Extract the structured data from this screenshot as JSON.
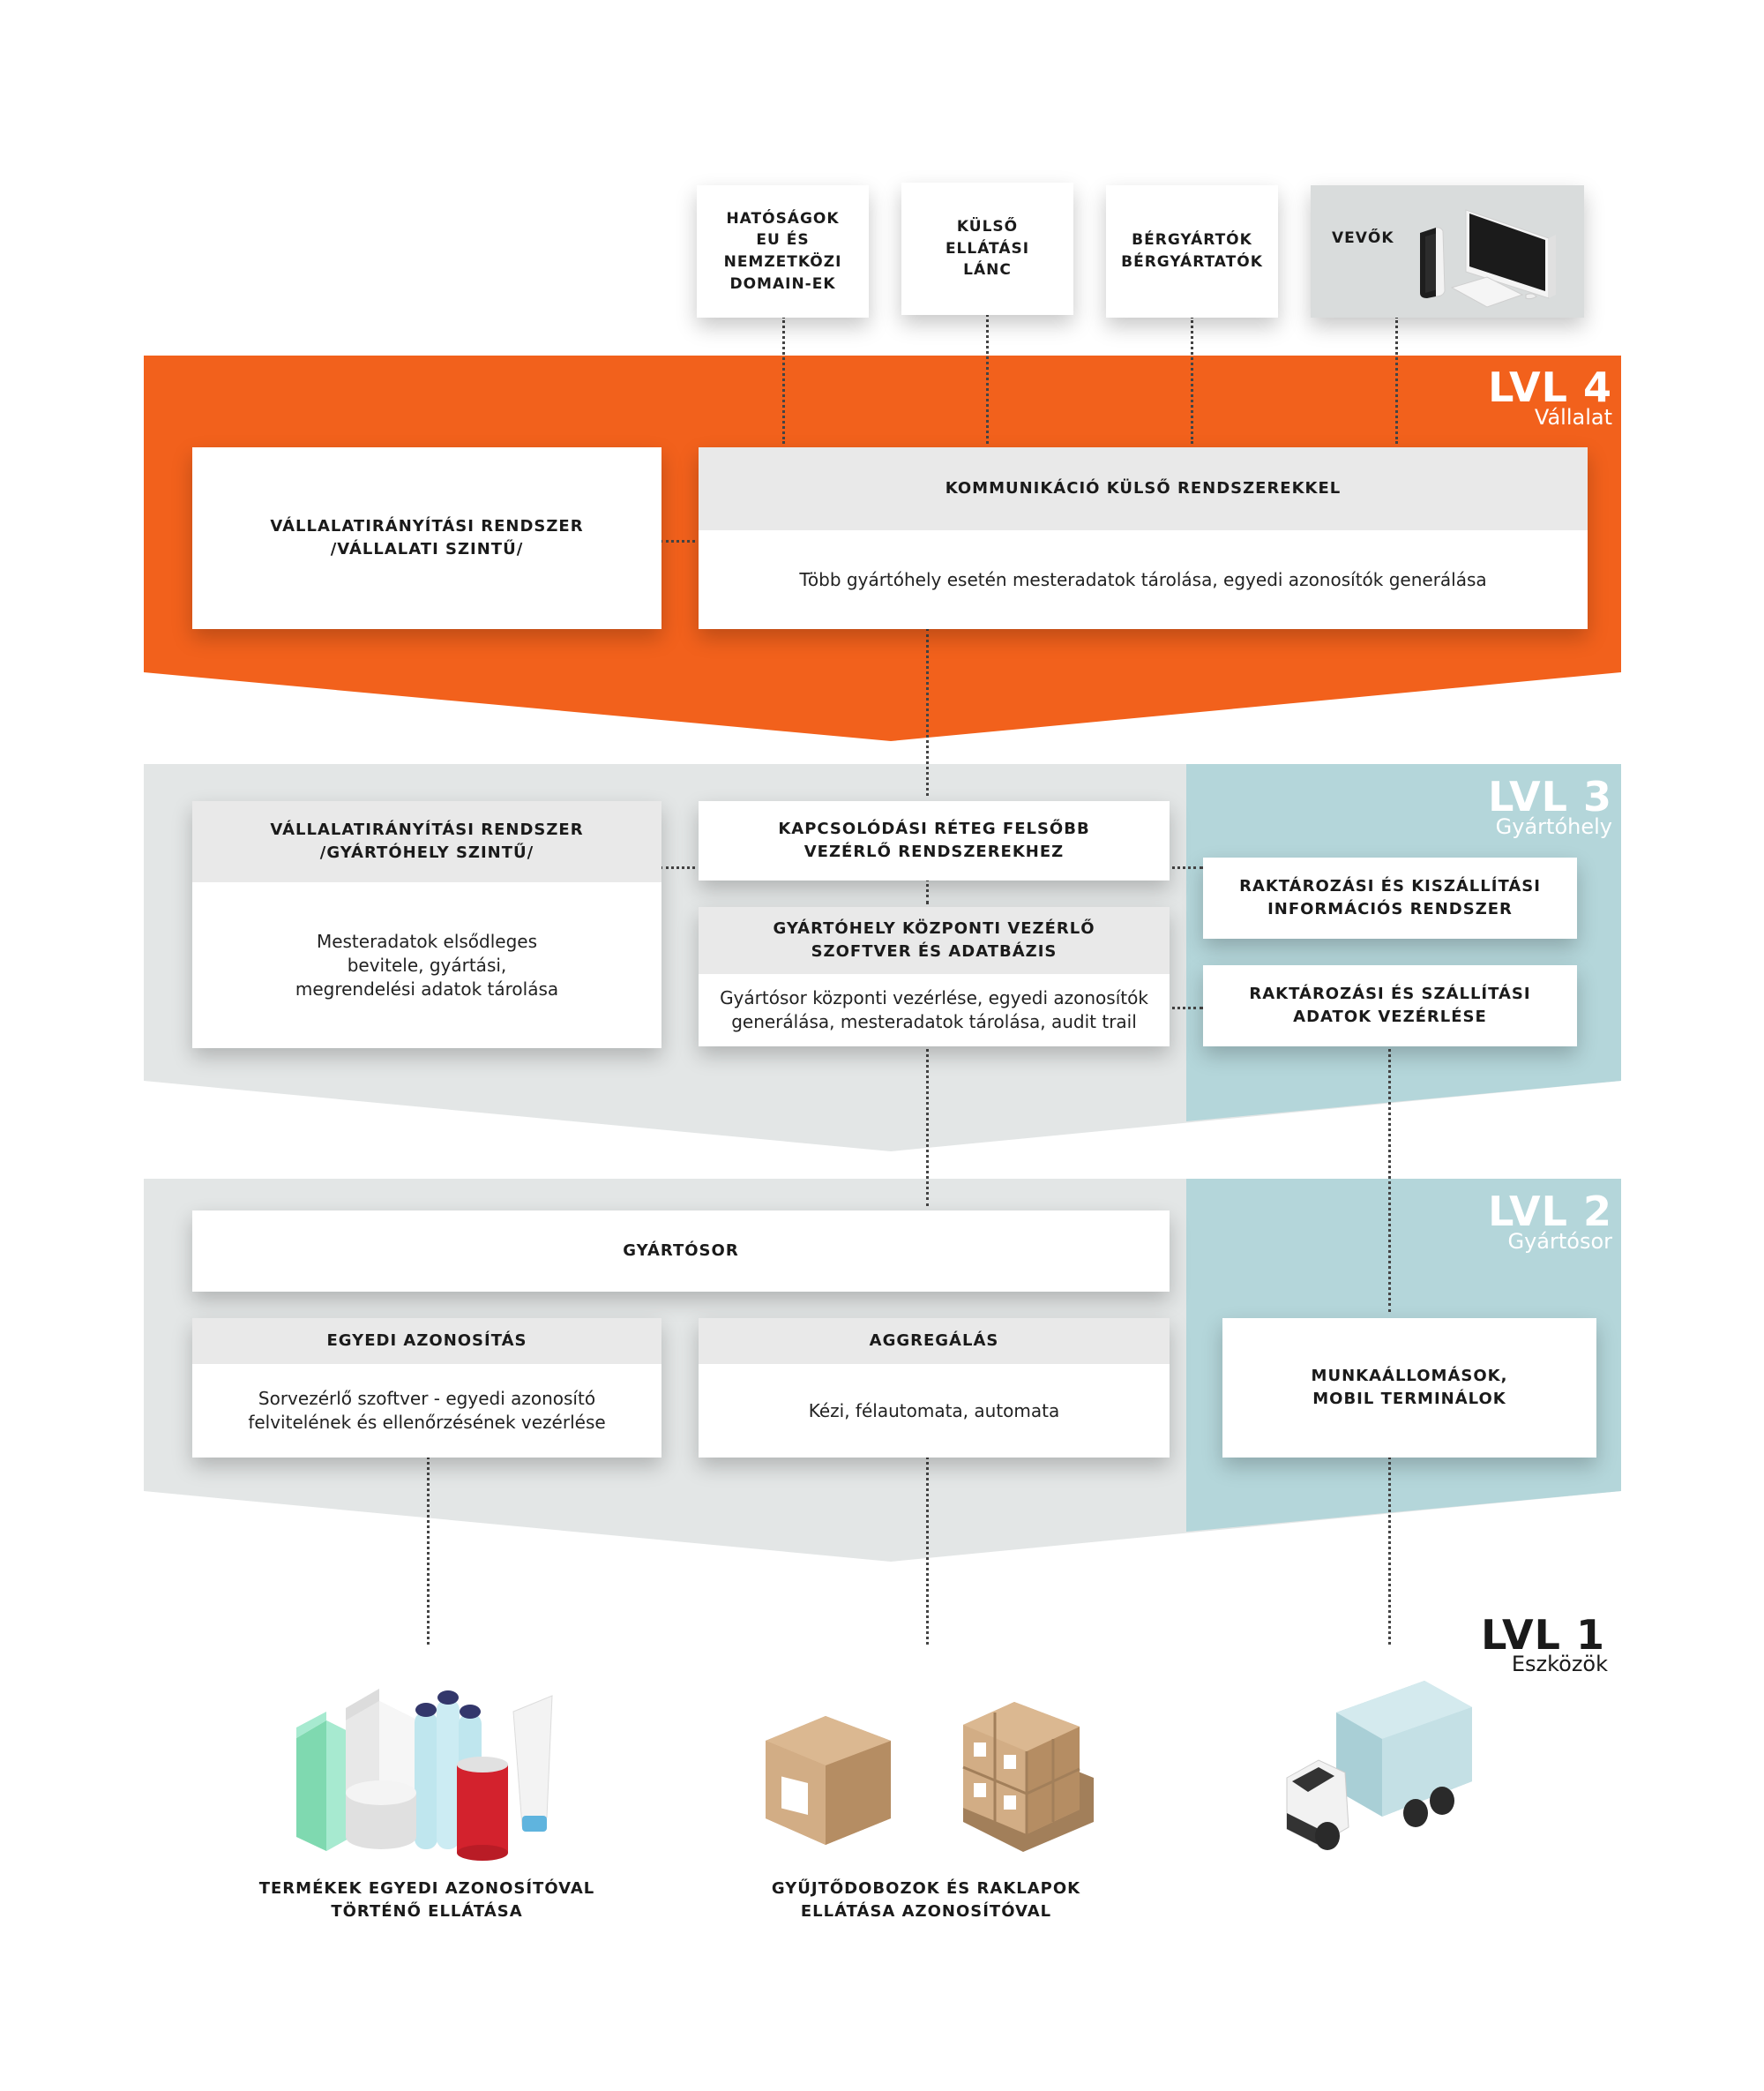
{
  "top": {
    "hatosagok": "HATÓSÁGOK\nEU ÉS NEMZETKÖZI\nDOMAIN-EK",
    "kulso": "KÜLSŐ ELLÁTÁSI\nLÁNC",
    "bergyartok": "BÉRGYÁRTÓK\nBÉRGYÁRTATÓK",
    "vevok": "VEVŐK"
  },
  "lvl4": {
    "title": "LVL 4",
    "subtitle": "Vállalat",
    "erp": "VÁLLALATIRÁNYÍTÁSI RENDSZER\n/VÁLLALATI SZINTŰ/",
    "comm_header": "KOMMUNIKÁCIÓ KÜLSŐ RENDSZEREKKEL",
    "comm_body": "Több gyártóhely esetén mesteradatok tárolása, egyedi azonosítók generálása"
  },
  "lvl3": {
    "title": "LVL 3",
    "subtitle": "Gyártóhely",
    "erp_header": "VÁLLALATIRÁNYÍTÁSI RENDSZER\n/GYÁRTÓHELY SZINTŰ/",
    "erp_body": "Mesteradatok elsődleges\nbevitele, gyártási,\nmegrendelési adatok tárolása",
    "kapcs": "KAPCSOLÓDÁSI RÉTEG FELSŐBB\nVEZÉRLŐ RENDSZEREKHEZ",
    "kozponti_header": "GYÁRTÓHELY KÖZPONTI VEZÉRLŐ\nSZOFTVER ÉS ADATBÁZIS",
    "kozponti_body": "Gyártósor központi vezérlése, egyedi azonosítók\ngenerálása, mesteradatok tárolása, audit trail",
    "raktar_info": "RAKTÁROZÁSI ÉS KISZÁLLÍTÁSI\nINFORMÁCIÓS RENDSZER",
    "raktar_vez": "RAKTÁROZÁSI ÉS SZÁLLÍTÁSI\nADATOK VEZÉRLÉSE"
  },
  "lvl2": {
    "title": "LVL 2",
    "subtitle": "Gyártósor",
    "gyartosor": "GYÁRTÓSOR",
    "egyedi_header": "EGYEDI AZONOSÍTÁS",
    "egyedi_body": "Sorvezérlő szoftver - egyedi azonosító\nfelvitelének és ellenőrzésének vezérlése",
    "aggr_header": "AGGREGÁLÁS",
    "aggr_body": "Kézi, félautomata, automata",
    "munka": "MUNKAÁLLOMÁSOK,\nMOBIL TERMINÁLOK"
  },
  "lvl1": {
    "title": "LVL 1",
    "subtitle": "Eszközök",
    "termekek": "TERMÉKEK EGYEDI AZONOSÍTÓVAL\nTÖRTÉNŐ ELLÁTÁSA",
    "gyujto": "GYŰJTŐDOBOZOK ÉS RAKLAPOK\nELLÁTÁSA AZONOSÍTÓVAL"
  },
  "colors": {
    "orange": "#f2611c",
    "grey_band": "#e3e6e6",
    "teal_band": "#b4d6da",
    "header_grey": "#e9e9e9"
  }
}
